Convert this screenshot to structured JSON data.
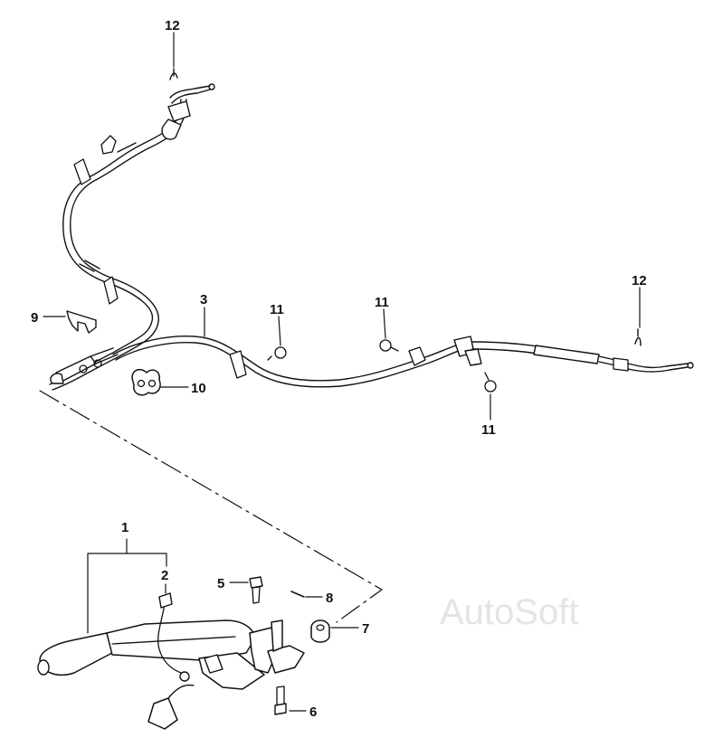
{
  "watermark": "AutoSoft",
  "callouts": [
    {
      "id": "c12a",
      "text": "12"
    },
    {
      "id": "c12b",
      "text": "12"
    },
    {
      "id": "c3",
      "text": "3"
    },
    {
      "id": "c9",
      "text": "9"
    },
    {
      "id": "c10",
      "text": "10"
    },
    {
      "id": "c11a",
      "text": "11"
    },
    {
      "id": "c11b",
      "text": "11"
    },
    {
      "id": "c11c",
      "text": "11"
    },
    {
      "id": "c1",
      "text": "1"
    },
    {
      "id": "c2",
      "text": "2"
    },
    {
      "id": "c5",
      "text": "5"
    },
    {
      "id": "c6",
      "text": "6"
    },
    {
      "id": "c7",
      "text": "7"
    },
    {
      "id": "c8",
      "text": "8"
    }
  ]
}
